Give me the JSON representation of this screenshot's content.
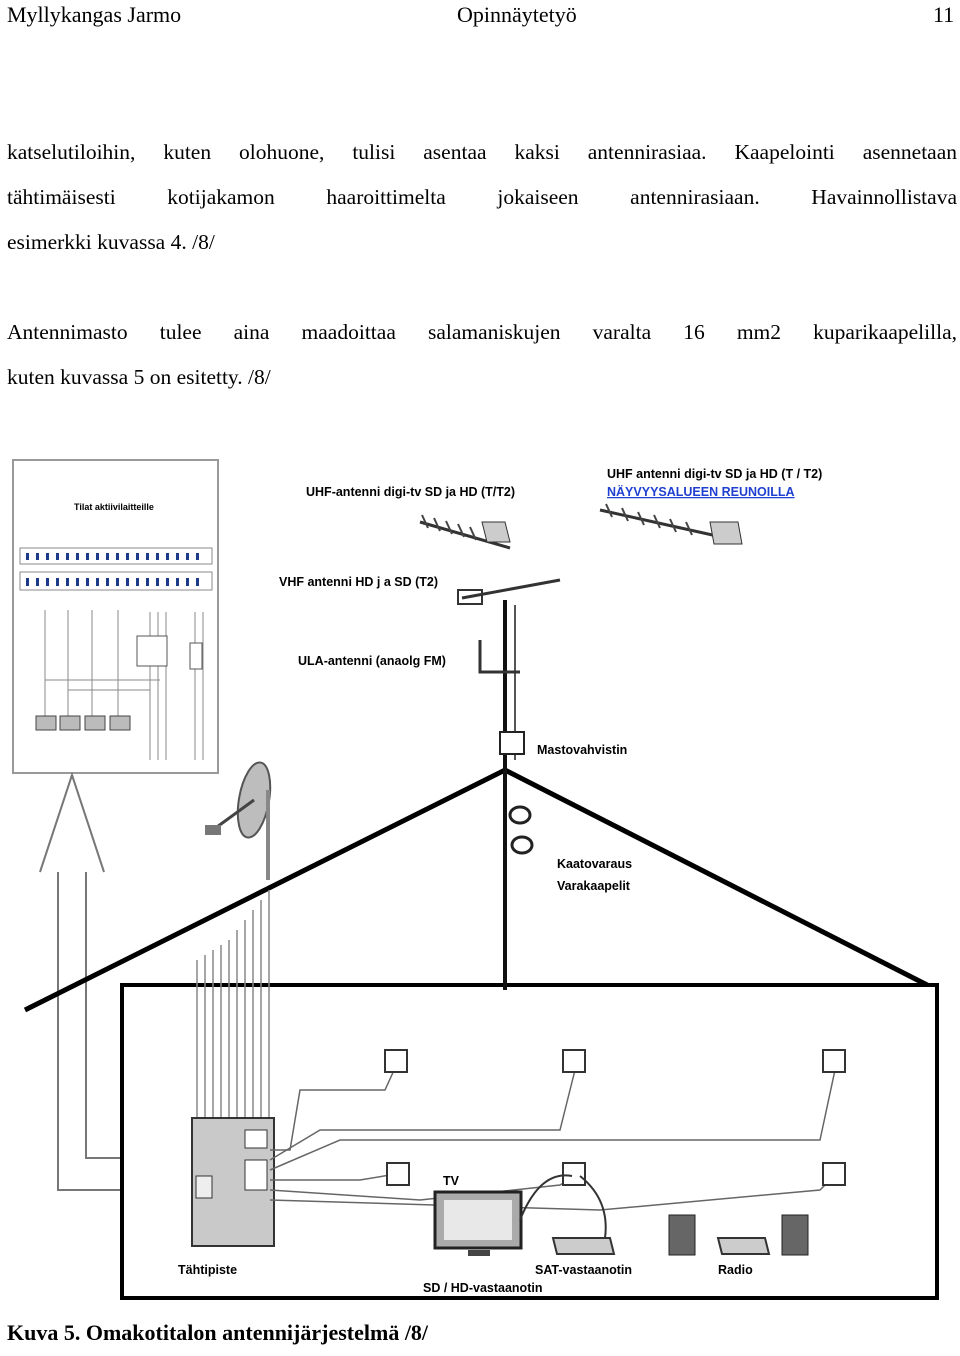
{
  "header": {
    "author": "Myllykangas Jarmo",
    "title": "Opinnäytetyö",
    "page": "11"
  },
  "paragraphs": {
    "p1": [
      "katselutiloihin, kuten olohuone, tulisi asentaa kaksi antennirasiaa. Kaapelointi asennetaan",
      "tähtimäisesti kotijakamon haaroittimelta jokaiseen antennirasiaan. Havainnollistava",
      "esimerkki kuvassa 4. /8/"
    ],
    "p2": [
      "Antennimasto tulee aina maadoittaa salamaniskujen varalta 16 mm2 kuparikaapelilla,",
      "kuten kuvassa 5 on esitetty. /8/"
    ]
  },
  "figure": {
    "panel_title": "Tilat aktiivilaitteille",
    "labels": {
      "uhf_left": "UHF-antenni digi-tv SD ja HD (T/T2)",
      "uhf_right_1": "UHF antenni digi-tv SD ja HD (T / T2)",
      "uhf_right_2": "NÄYVYYSALUEEN REUNOILLA",
      "vhf": "VHF antenni HD j a SD (T2)",
      "ula": "ULA-antenni (anaolg FM)",
      "mastovahvistin": "Mastovahvistin",
      "kaatovaraus": "Kaatovaraus",
      "varakaapelit": "Varakaapelit",
      "tv": "TV",
      "tahtipiste": "Tähtipiste",
      "sat": "SAT-vastaanotin",
      "radio": "Radio",
      "sdhd": "SD / HD-vastaanotin"
    },
    "colors": {
      "uhf_right_2": "#1f3fd0"
    }
  },
  "caption": "Kuva 5. Omakotitalon antennijärjestelmä /8/"
}
